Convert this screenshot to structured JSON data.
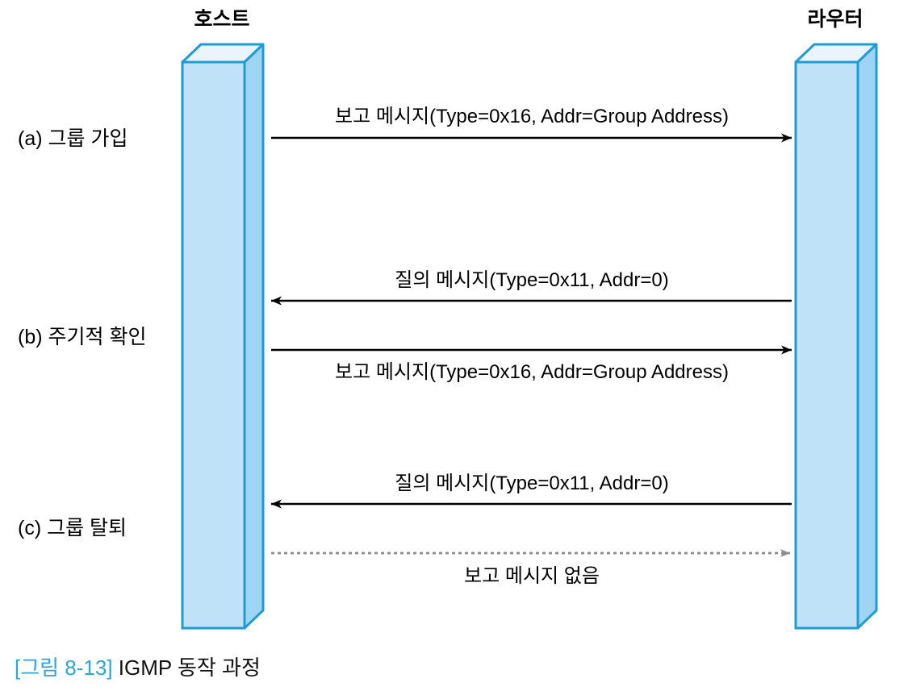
{
  "figure": {
    "caption_number": "[그림 8-13]",
    "caption_title": "IGMP 동작 과정"
  },
  "nodes": {
    "host": {
      "label": "호스트"
    },
    "router": {
      "label": "라우터"
    }
  },
  "stages": [
    {
      "id": "a",
      "label": "(a) 그룹 가입"
    },
    {
      "id": "b",
      "label": "(b) 주기적 확인"
    },
    {
      "id": "c",
      "label": "(c) 그룹 탈퇴"
    }
  ],
  "messages": [
    {
      "id": "a-report",
      "text": "보고 메시지(Type=0x16, Addr=Group Address)",
      "direction": "host-to-router",
      "style": "solid",
      "label_position": "above"
    },
    {
      "id": "b-query",
      "text": "질의 메시지(Type=0x11, Addr=0)",
      "direction": "router-to-host",
      "style": "solid",
      "label_position": "above"
    },
    {
      "id": "b-report",
      "text": "보고 메시지(Type=0x16, Addr=Group Address)",
      "direction": "host-to-router",
      "style": "solid",
      "label_position": "below"
    },
    {
      "id": "c-query",
      "text": "질의 메시지(Type=0x11, Addr=0)",
      "direction": "router-to-host",
      "style": "solid",
      "label_position": "above"
    },
    {
      "id": "c-noreport",
      "text": "보고 메시지 없음",
      "direction": "host-to-router",
      "style": "dashed",
      "label_position": "below"
    }
  ],
  "colors": {
    "box_outline": "#1f9cd6",
    "box_front": "#bfe2f8",
    "box_top": "#eaf4fc",
    "box_side": "#9fd4f2",
    "arrow_solid": "#000000",
    "arrow_dashed": "#8b8b8b",
    "caption_number": "#2ba6e0",
    "caption_title": "#111111"
  }
}
